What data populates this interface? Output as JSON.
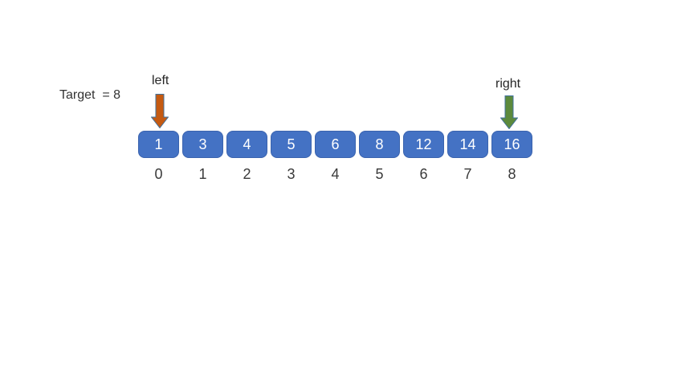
{
  "background": "#FFFFFF",
  "target_label": "Target  = 8",
  "pointers": {
    "left": {
      "label": "left",
      "points_to_index": 0,
      "fill": "#C55A11",
      "border": "#41719C"
    },
    "right": {
      "label": "right",
      "points_to_index": 8,
      "fill": "#5C8A3C",
      "border": "#41719C"
    }
  },
  "array": {
    "values": [
      "1",
      "3",
      "4",
      "5",
      "6",
      "8",
      "12",
      "14",
      "16"
    ],
    "indices": [
      "0",
      "1",
      "2",
      "3",
      "4",
      "5",
      "6",
      "7",
      "8"
    ],
    "cell_fill": "#4472C4",
    "cell_border": "#3A63AE",
    "cell_text_color": "#FFFFFF",
    "index_text_color": "#3A3A3A"
  }
}
